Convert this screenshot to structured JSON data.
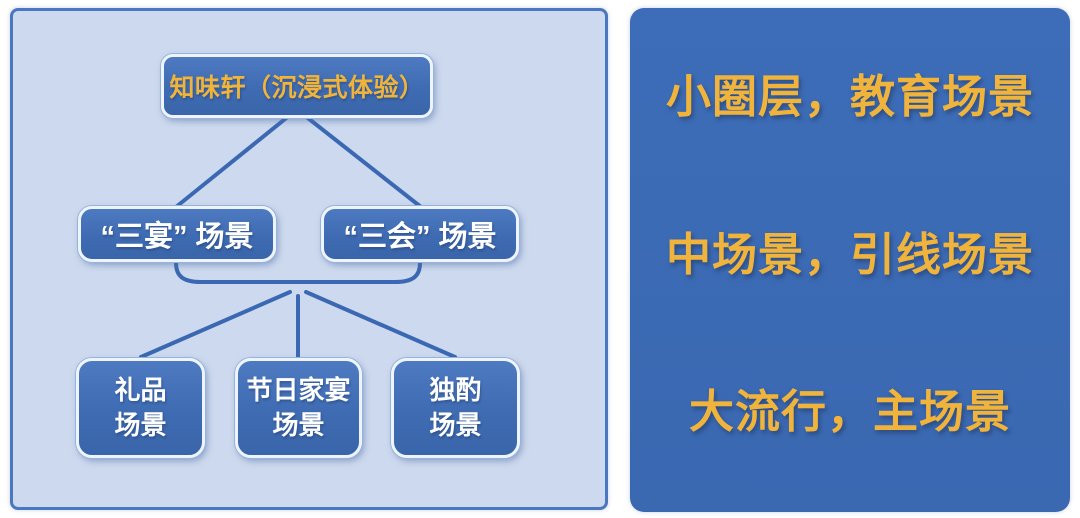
{
  "diagram": {
    "root": {
      "label": "知味轩（沉浸式体验）"
    },
    "level2": [
      {
        "label": "“三宴” 场景"
      },
      {
        "label": "“三会” 场景"
      }
    ],
    "level3": [
      {
        "label": "礼品\n场景"
      },
      {
        "label": "节日家宴\n场景"
      },
      {
        "label": "独酌\n场景"
      }
    ]
  },
  "annotations": {
    "items": [
      {
        "label": "小圈层，教育场景"
      },
      {
        "label": "中场景，引线场景"
      },
      {
        "label": "大流行，主场景"
      }
    ]
  },
  "colors": {
    "left_panel_bg": "#CDD9EE",
    "left_panel_border": "#4B77C0",
    "node_fill": "#3E6BB2",
    "node_border": "#EEF4FC",
    "root_text_gold": "#F1B43A",
    "node_text_white": "#FFFFFF",
    "connector_blue": "#3A68B2",
    "right_panel_bg": "#3A68B1",
    "annotation_gold": "#F0B43C",
    "page_bg": "#FFFFFF"
  }
}
